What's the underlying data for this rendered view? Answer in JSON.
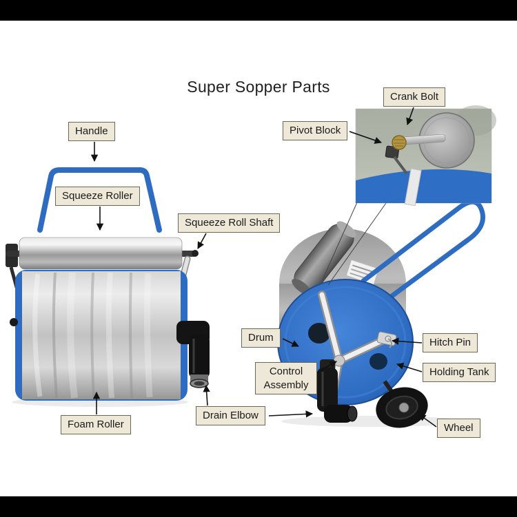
{
  "title": "Super Sopper Parts",
  "labels": {
    "handle": "Handle",
    "squeeze_roller": "Squeeze Roller",
    "squeeze_roll_shaft": "Squeeze Roll Shaft",
    "foam_roller": "Foam Roller",
    "drain_elbow": "Drain Elbow",
    "crank_bolt": "Crank Bolt",
    "pivot_block": "Pivot Block",
    "drum": "Drum",
    "control_assembly": "Control Assembly",
    "hitch_pin": "Hitch Pin",
    "holding_tank": "Holding Tank",
    "wheel": "Wheel"
  },
  "colors": {
    "label_bg": "#eee8d8",
    "label_border": "#6c6753",
    "machine_blue": "#2e6cc2",
    "arrow": "#111111",
    "letterbox": "#000000",
    "title_color": "#1f1f1f"
  }
}
